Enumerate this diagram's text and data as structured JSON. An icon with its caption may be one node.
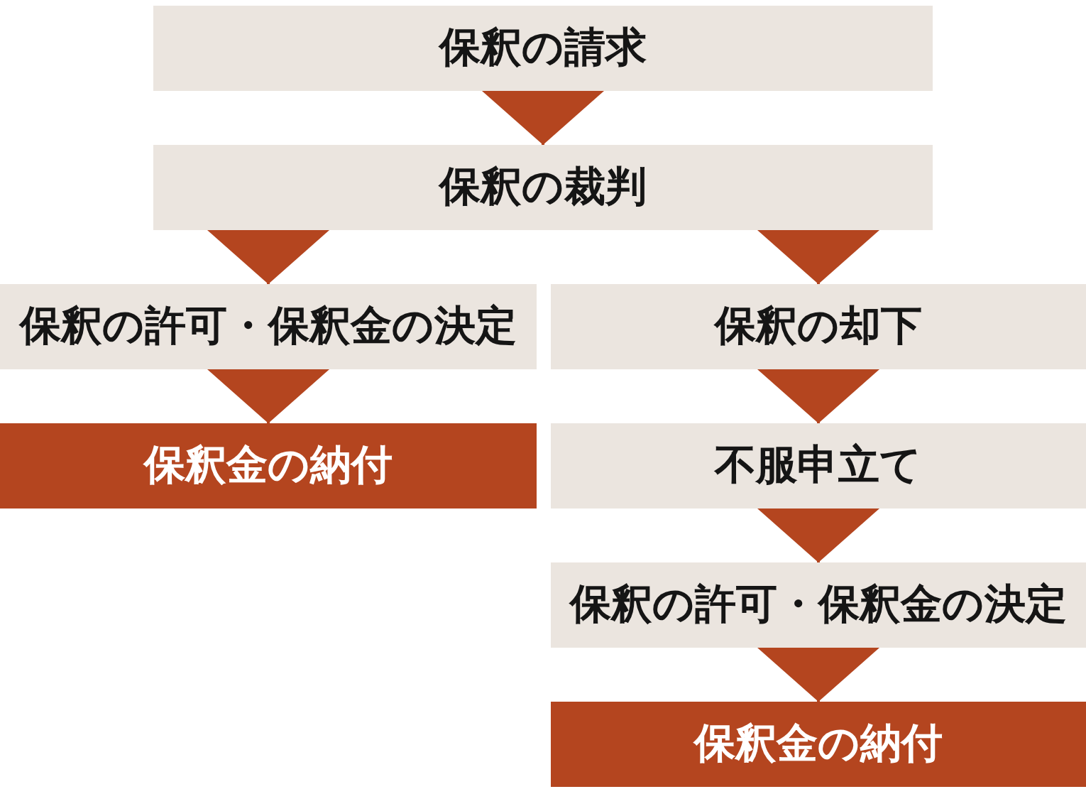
{
  "diagram": {
    "nodes": [
      {
        "text": [
          "保釈の請求"
        ]
      },
      {
        "text": [
          "保釈の裁判"
        ]
      },
      {
        "text": [
          "保釈の許可・保釈金の決定"
        ]
      },
      {
        "text": [
          "保釈の却下"
        ]
      },
      {
        "text": [
          "保釈金の納付"
        ]
      },
      {
        "text": [
          "不服申立て"
        ]
      },
      {
        "text": [
          "保釈の許可・保釈金の決定"
        ]
      },
      {
        "text": [
          "保釈金の納付"
        ]
      }
    ],
    "edges": [
      {
        "from": 0,
        "to": 1,
        "arrow": "to"
      },
      {
        "from": 1,
        "to": 2,
        "arrow": "to"
      },
      {
        "from": 1,
        "to": 3,
        "arrow": "to"
      },
      {
        "from": 2,
        "to": 4,
        "arrow": "to"
      },
      {
        "from": 3,
        "to": 5,
        "arrow": "to"
      },
      {
        "from": 5,
        "to": 6,
        "arrow": "to"
      },
      {
        "from": 6,
        "to": 7,
        "arrow": "to"
      }
    ]
  }
}
